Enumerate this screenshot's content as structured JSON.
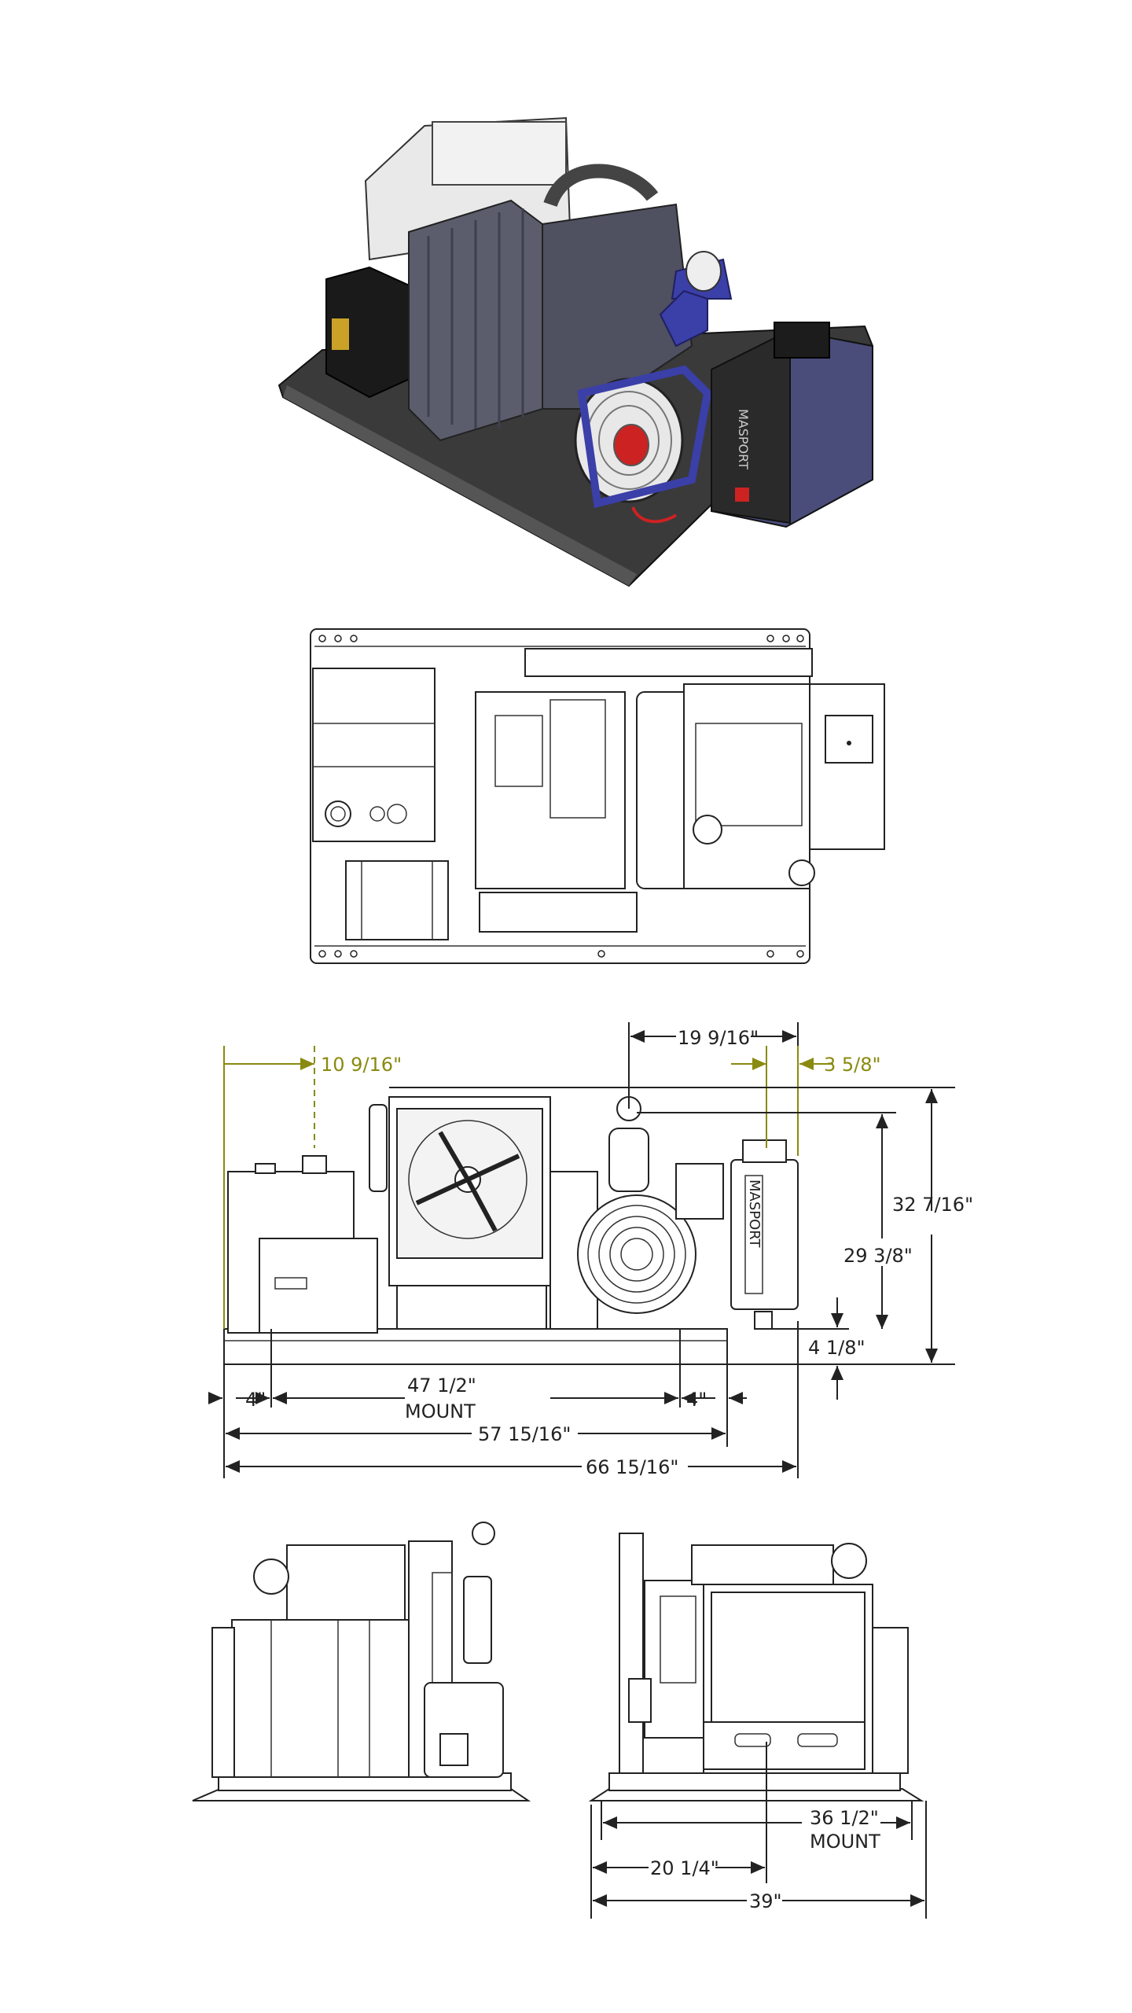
{
  "brand": {
    "label": "MASPORT"
  },
  "colors": {
    "accent_blue": "#3b3fa8",
    "panel": "#4a4c7a",
    "dim_yellow": "#8a8a10",
    "line": "#222222"
  },
  "side_view": {
    "dims": {
      "d_10_9_16": "10 9/16\"",
      "d_19_9_16": "19 9/16\"",
      "d_3_5_8": "3 5/8\"",
      "d_32_7_16": "32 7/16\"",
      "d_29_3_8": "29 3/8\"",
      "d_4_1_8": "4 1/8\"",
      "d_4_left": "4\"",
      "d_47_1_2": "47 1/2\"",
      "mount_left": "MOUNT",
      "d_4_right": "4\"",
      "d_57_15_16": "57 15/16\"",
      "d_66_15_16": "66 15/16\""
    }
  },
  "end_view": {
    "dims": {
      "d_36_1_2": "36 1/2\"",
      "mount_right": "MOUNT",
      "d_20_1_4": "20 1/4\"",
      "d_39": "39\""
    }
  }
}
